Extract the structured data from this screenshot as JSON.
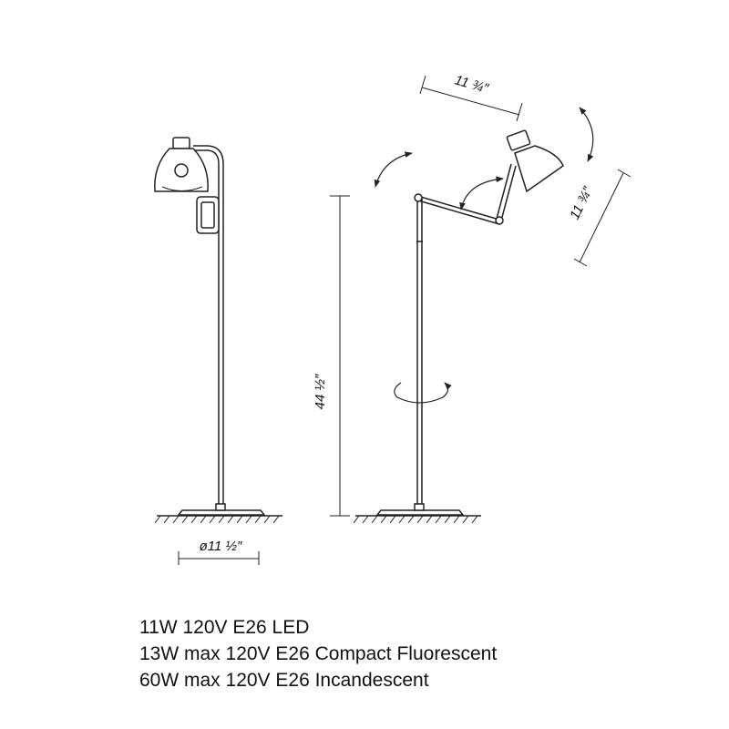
{
  "dimensions": {
    "base_diameter": "ø11 ½″",
    "height": "44 ½″",
    "arm_length": "11 ¾″",
    "shade_length": "11 ¾″"
  },
  "specs": [
    "11W 120V E26 LED",
    "13W max 120V E26 Compact Fluorescent",
    "60W max 120V E26 Incandescent"
  ],
  "colors": {
    "line": "#222222",
    "text": "#111111",
    "background": "#ffffff"
  }
}
